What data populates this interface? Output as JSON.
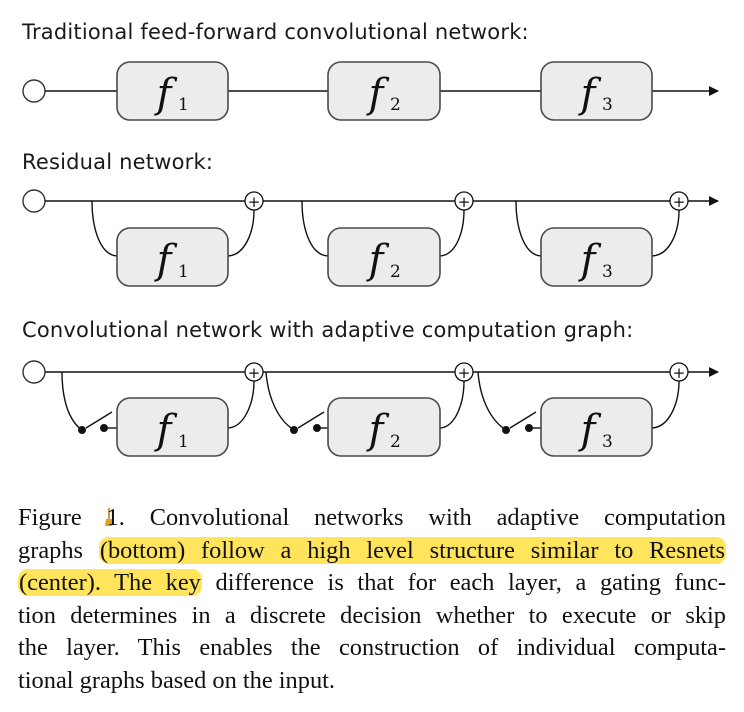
{
  "titles": {
    "traditional": "Traditional feed-forward convolutional network:",
    "residual": "Residual network:",
    "adaptive": "Convolutional network with adaptive computation graph:"
  },
  "function_symbol": "f",
  "blocks": [
    "1",
    "2",
    "3"
  ],
  "add_symbol": "+",
  "caption": {
    "figure_label": "Figure 1.",
    "lines": [
      "Convolutional networks with adaptive computation",
      "graphs",
      "(bottom) follow a high level structure similar to Resnets",
      "(center). The key",
      "difference is that for each layer, a gating func-",
      "tion determines in a discrete decision whether to execute or skip",
      "the layer.  This enables the construction of individual computa-",
      "tional graphs based on the input."
    ]
  },
  "colors": {
    "highlight": "#ffe45c",
    "box_fill": "#ececec",
    "annotation_mark": "#e0a31b"
  }
}
